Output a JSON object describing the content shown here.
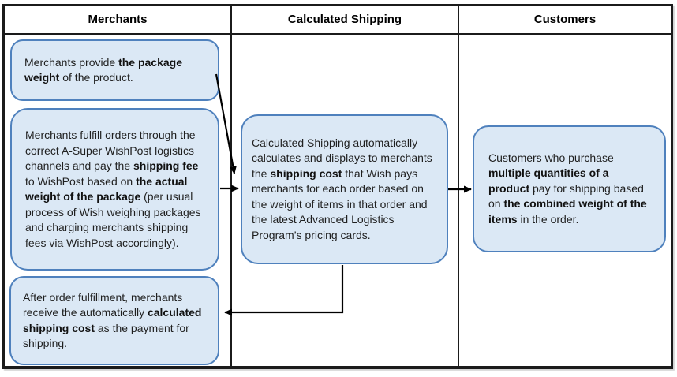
{
  "diagram": {
    "lanes": [
      {
        "title": "Merchants"
      },
      {
        "title": "Calculated Shipping"
      },
      {
        "title": "Customers"
      }
    ],
    "boxes": {
      "provide_weight": {
        "segments": [
          {
            "text": "Merchants provide ",
            "bold": false
          },
          {
            "text": "the package weight",
            "bold": true
          },
          {
            "text": " of the product.",
            "bold": false
          }
        ]
      },
      "fulfill_orders": {
        "segments": [
          {
            "text": "Merchants fulfill orders through the correct A-Super WishPost logistics channels and pay the ",
            "bold": false
          },
          {
            "text": "shipping fee",
            "bold": true
          },
          {
            "text": " to WishPost based on ",
            "bold": false
          },
          {
            "text": "the actual weight of the package",
            "bold": true
          },
          {
            "text": " (per usual process of Wish weighing packages and charging merchants shipping fees via WishPost accordingly).",
            "bold": false
          }
        ]
      },
      "receive_cost": {
        "segments": [
          {
            "text": "After order fulfillment, merchants receive the automatically ",
            "bold": false
          },
          {
            "text": "calculated shipping cost",
            "bold": true
          },
          {
            "text": " as the payment for shipping.",
            "bold": false
          }
        ]
      },
      "calculated_shipping": {
        "segments": [
          {
            "text": "Calculated Shipping automatically calculates and displays to merchants the ",
            "bold": false
          },
          {
            "text": "shipping cost",
            "bold": true
          },
          {
            "text": " that Wish pays merchants for each order based on the weight of items in that order and the latest Advanced Logistics Program’s pricing cards.",
            "bold": false
          }
        ]
      },
      "customers_pay": {
        "segments": [
          {
            "text": "Customers who purchase ",
            "bold": false
          },
          {
            "text": "multiple quantities of a product",
            "bold": true
          },
          {
            "text": " pay for shipping based on ",
            "bold": false
          },
          {
            "text": "the combined weight of the items",
            "bold": true
          },
          {
            "text": " in the order.",
            "bold": false
          }
        ]
      }
    },
    "colors": {
      "box_fill": "#dbe8f5",
      "box_border": "#4f81bd",
      "table_border": "#1b1b1b",
      "arrow": "#000000"
    }
  }
}
